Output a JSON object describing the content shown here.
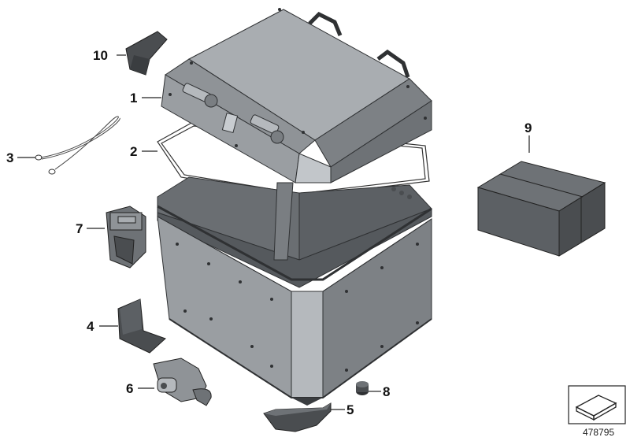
{
  "callouts": {
    "c1": "1",
    "c2": "2",
    "c3": "3",
    "c4": "4",
    "c5": "5",
    "c6": "6",
    "c7": "7",
    "c8": "8",
    "c9": "9",
    "c10": "10"
  },
  "reference_number": "478795",
  "colors": {
    "aluminium_light": "#a9adb1",
    "aluminium_mid": "#8f9397",
    "aluminium_dark": "#6e7276",
    "interior": "#5c6064",
    "rubber_dark": "#4a4d50",
    "edge": "#2f3133"
  }
}
